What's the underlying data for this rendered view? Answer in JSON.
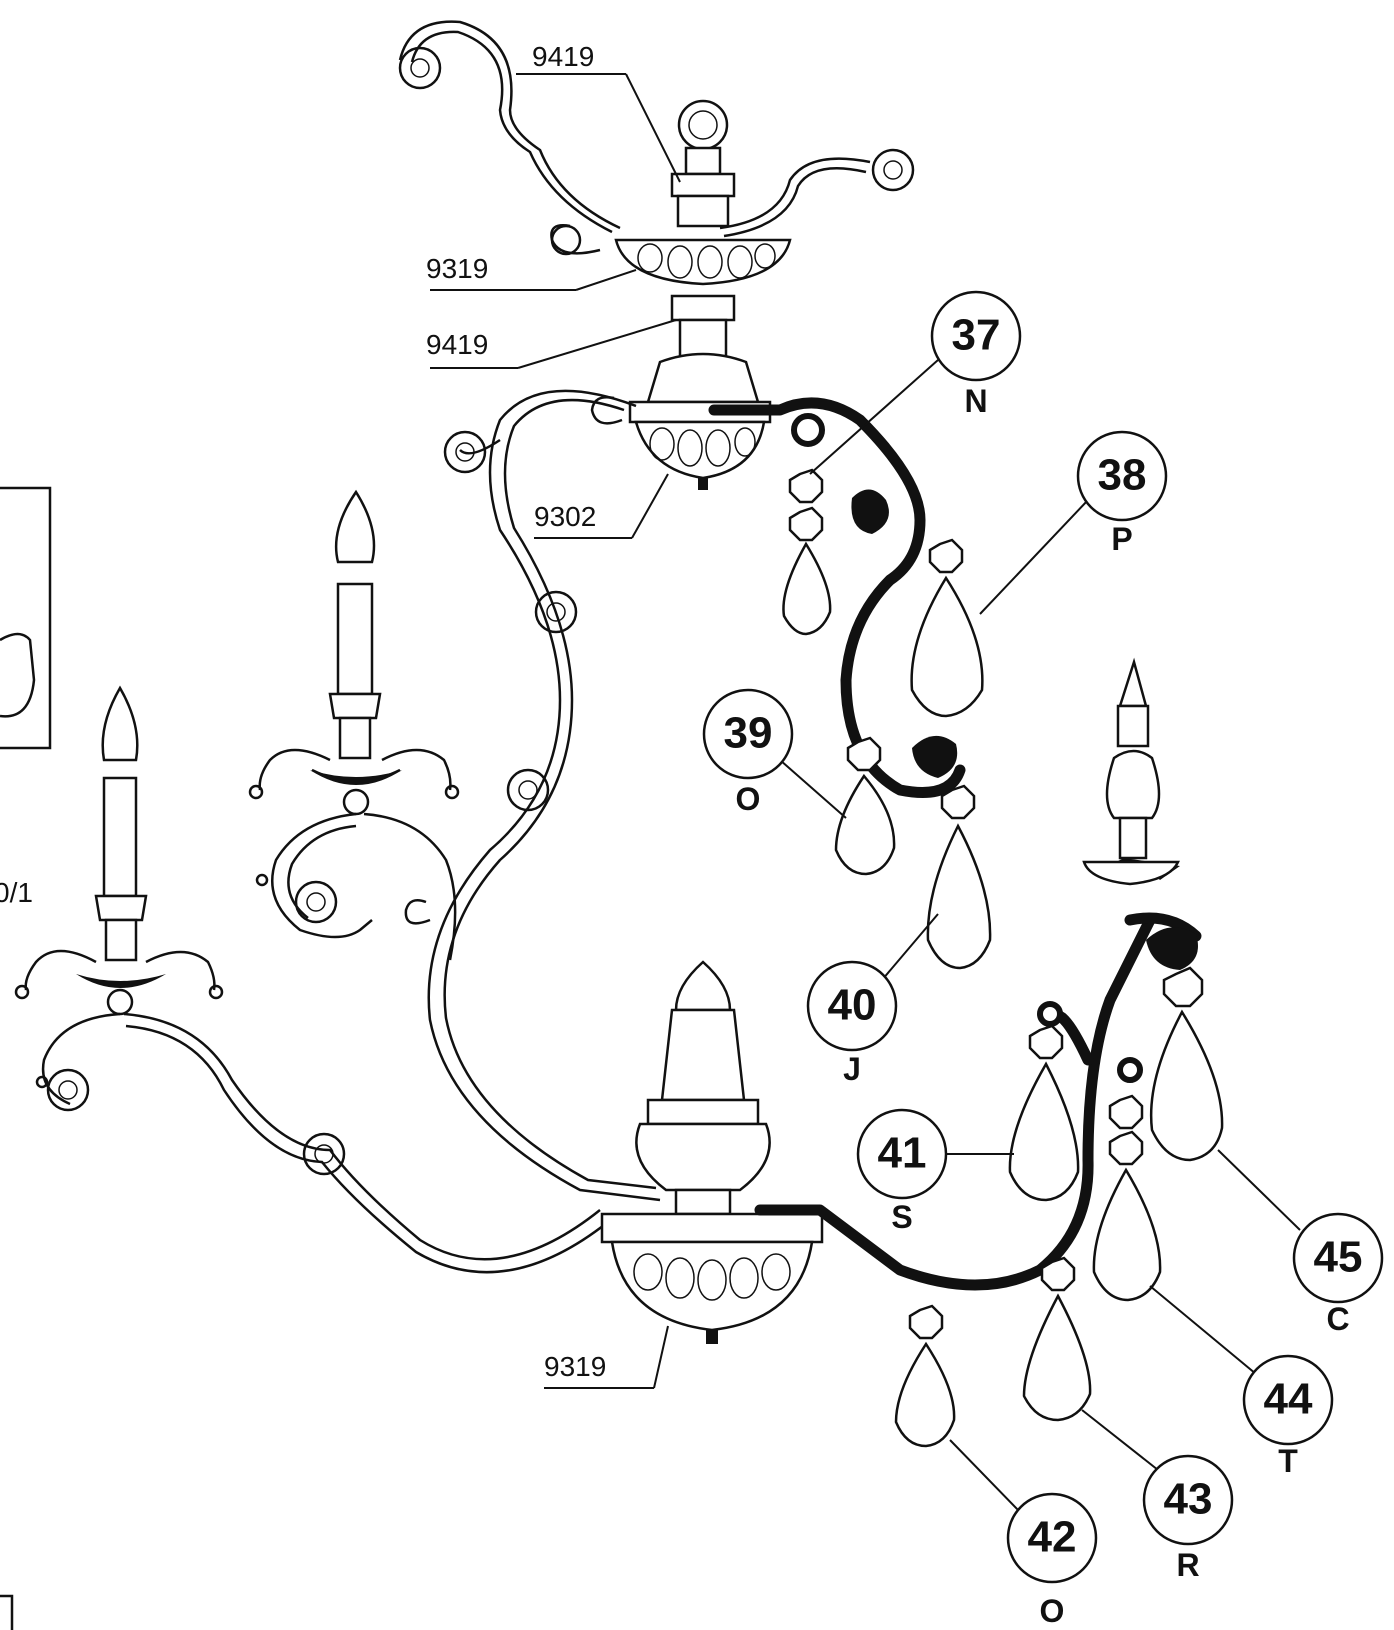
{
  "part_labels": {
    "top_9419": "9419",
    "upper_9319": "9319",
    "mid_9419": "9419",
    "upper_9302": "9302",
    "lower_9319": "9319",
    "left_fragment": "0/1"
  },
  "callouts": [
    {
      "number": "37",
      "letter": "N"
    },
    {
      "number": "38",
      "letter": "P"
    },
    {
      "number": "39",
      "letter": "O"
    },
    {
      "number": "40",
      "letter": "J"
    },
    {
      "number": "41",
      "letter": "S"
    },
    {
      "number": "42",
      "letter": "O"
    },
    {
      "number": "43",
      "letter": "R"
    },
    {
      "number": "44",
      "letter": "T"
    },
    {
      "number": "45",
      "letter": "C"
    }
  ]
}
